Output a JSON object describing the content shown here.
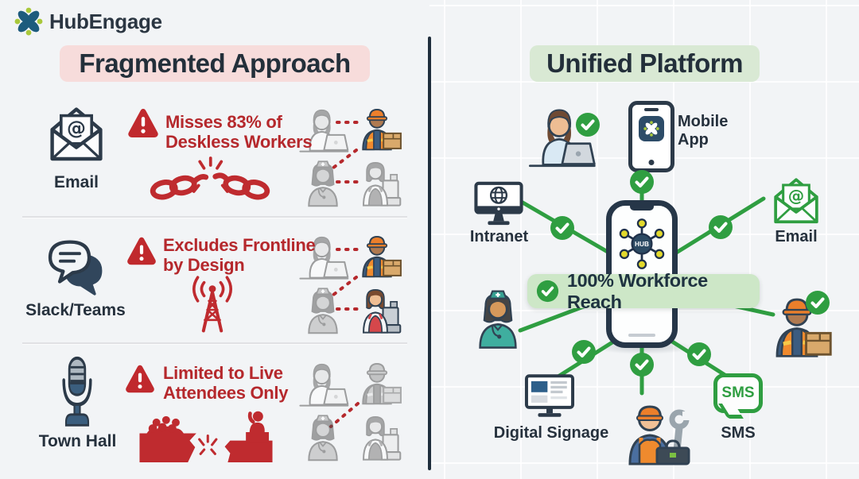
{
  "brand": {
    "name": "HubEngage",
    "navy": "#1d5b7d",
    "green": "#a9c83b"
  },
  "fragmented": {
    "title": "Fragmented Approach",
    "rows": [
      {
        "channel": "Email",
        "icon": "email-envelope-icon",
        "warning_line1": "Misses 83% of",
        "warning_line2": "Deskless Workers",
        "failure_icon": "broken-chain-icon"
      },
      {
        "channel": "Slack/Teams",
        "icon": "chat-bubbles-icon",
        "warning_line1": "Excludes Frontline",
        "warning_line2": "by Design",
        "failure_icon": "radio-tower-icon"
      },
      {
        "channel": "Town Hall",
        "icon": "microphone-icon",
        "warning_line1": "Limited to Live",
        "warning_line2": "Attendees Only",
        "failure_icon": "broken-bridge-icon"
      }
    ]
  },
  "unified": {
    "title": "Unified Platform",
    "badge": "100% Workforce Reach",
    "hub_label": "HUB",
    "channels": {
      "mobile_app": "Mobile App",
      "intranet": "Intranet",
      "email": "Email",
      "digital_signage": "Digital Signage",
      "sms": "SMS"
    },
    "sms_bubble_text": "SMS"
  },
  "colors": {
    "background": "#f2f4f6",
    "alert_red": "#b5282c",
    "success_green": "#2f9e41",
    "navy": "#243446",
    "fragmented_title_bg": "#f7dcdb",
    "unified_title_bg": "#d9e9d4",
    "badge_bg": "#cde7c7"
  }
}
